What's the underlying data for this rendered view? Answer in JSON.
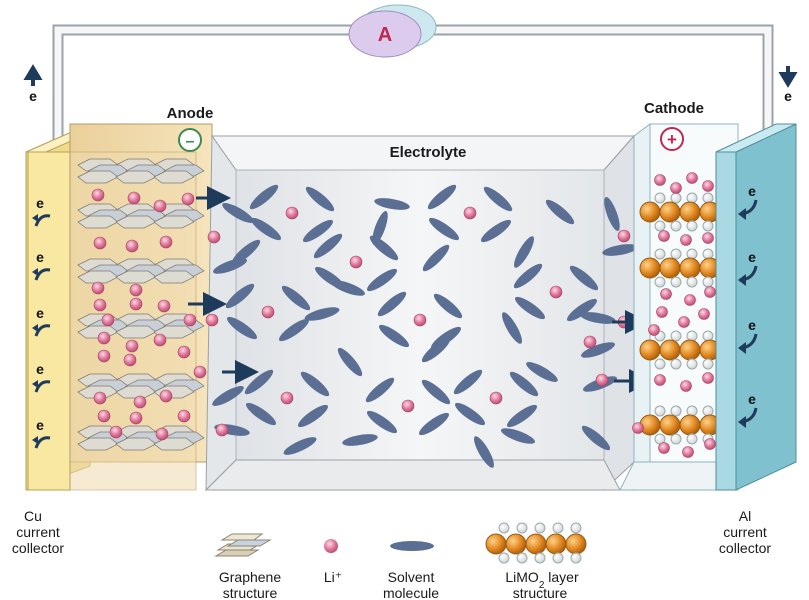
{
  "diagram": {
    "ammeter_symbol": "A",
    "anode_label": "Anode",
    "cathode_label": "Cathode",
    "electrolyte_label": "Electrolyte",
    "anode_sign": "–",
    "cathode_sign": "+",
    "electron_symbol": "e",
    "left_collector_label": [
      "Cu",
      "current",
      "collector"
    ],
    "right_collector_label": [
      "Al",
      "current",
      "collector"
    ],
    "legend": {
      "graphene": [
        "Graphene",
        "structure"
      ],
      "li_ion": "Li⁺",
      "solvent": [
        "Solvent",
        "molecule"
      ],
      "limo2_main": "LiMO",
      "limo2_sub": "2",
      "limo2_rest": " layer",
      "limo2_line2": "structure"
    }
  },
  "colors": {
    "copper_collector": "#f6e69a",
    "aluminum_collector": "#a9d9e3",
    "anode_fill": "#f2deb0",
    "cathode_fill": "#f4f9fb",
    "electrolyte_fill": "#eef0f2",
    "li_ion": "#e0779a",
    "solvent": "#5b6f94",
    "metal_oxide": "#e0871e",
    "oxygen": "#ffffff",
    "wire": "#f0f0f0",
    "ammeter": "#d8c8ec",
    "arrow": "#1f3b5b"
  },
  "icons": {
    "electron_arrow_up": "arrow-up-icon",
    "electron_arrow_down": "arrow-down-icon",
    "ion_arrow": "arrow-right-icon"
  }
}
